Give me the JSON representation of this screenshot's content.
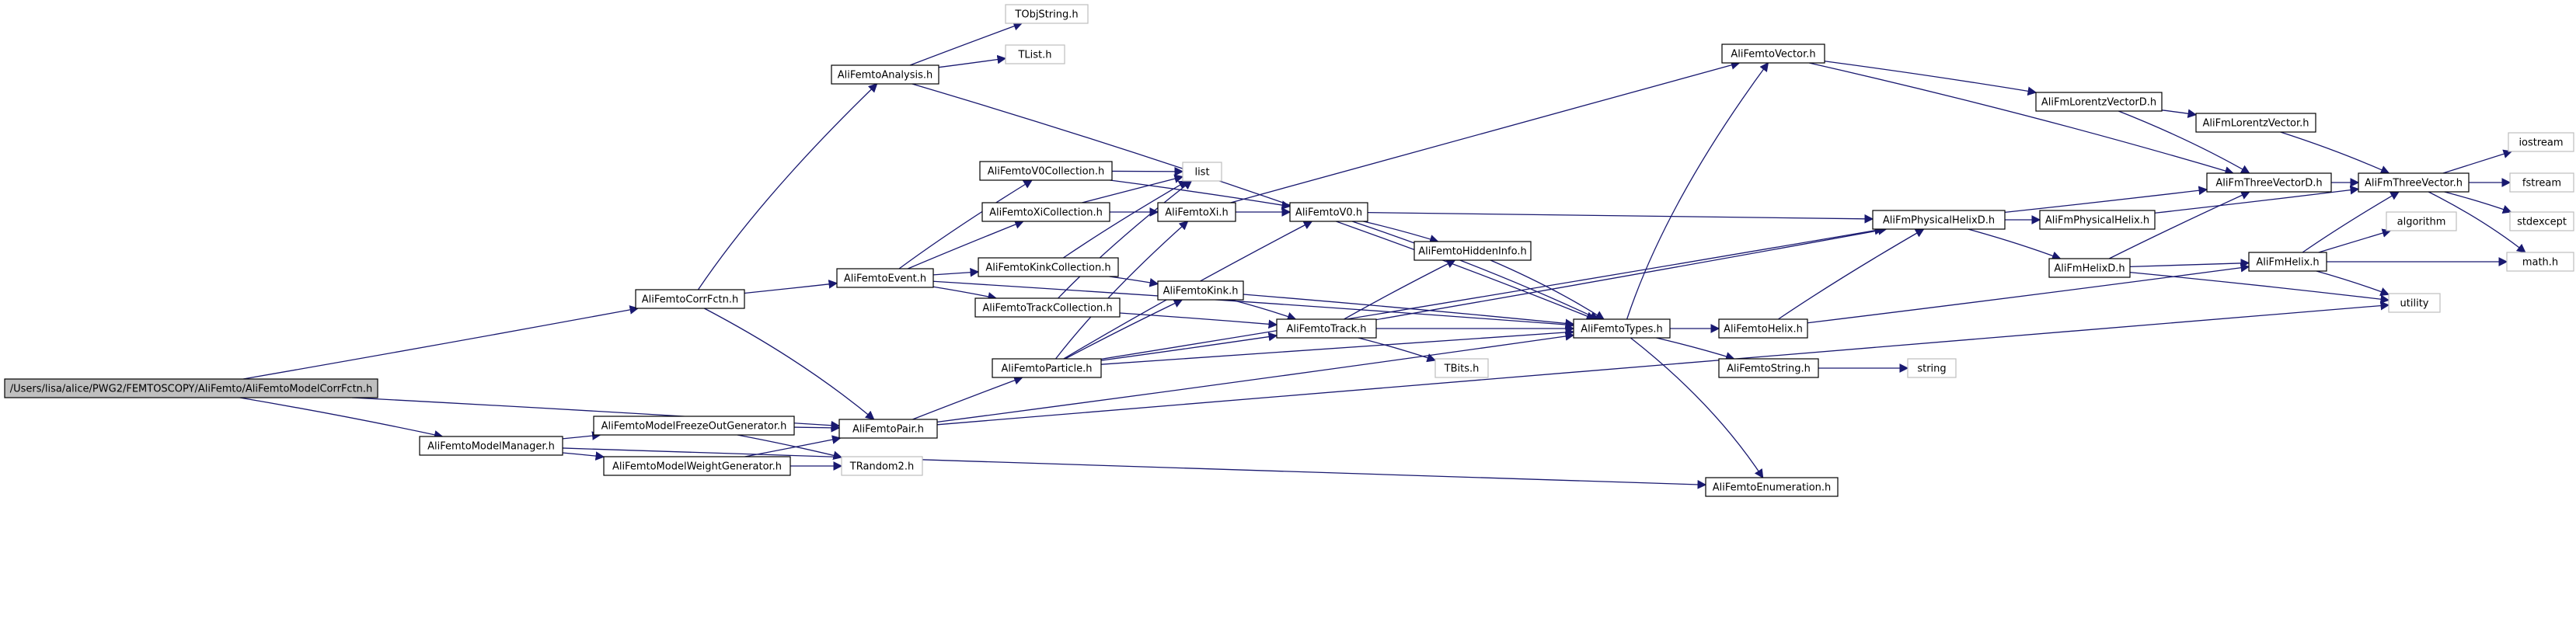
{
  "nodes": [
    {
      "id": "root",
      "label": "/Users/lisa/alice/PWG2/FEMTOSCOPY/AliFemto/AliFemtoModelCorrFctn.h",
      "kind": "root"
    },
    {
      "id": "corrfctn",
      "label": "AliFemtoCorrFctn.h",
      "kind": "file"
    },
    {
      "id": "modelmanager",
      "label": "AliFemtoModelManager.h",
      "kind": "file"
    },
    {
      "id": "analysis",
      "label": "AliFemtoAnalysis.h",
      "kind": "file"
    },
    {
      "id": "tobjstring",
      "label": "TObjString.h",
      "kind": "ext"
    },
    {
      "id": "tlist",
      "label": "TList.h",
      "kind": "ext"
    },
    {
      "id": "event",
      "label": "AliFemtoEvent.h",
      "kind": "file"
    },
    {
      "id": "pair",
      "label": "AliFemtoPair.h",
      "kind": "file"
    },
    {
      "id": "freezeout",
      "label": "AliFemtoModelFreezeOutGenerator.h",
      "kind": "file"
    },
    {
      "id": "weightgen",
      "label": "AliFemtoModelWeightGenerator.h",
      "kind": "file"
    },
    {
      "id": "trandom2",
      "label": "TRandom2.h",
      "kind": "ext"
    },
    {
      "id": "v0coll",
      "label": "AliFemtoV0Collection.h",
      "kind": "file"
    },
    {
      "id": "xicoll",
      "label": "AliFemtoXiCollection.h",
      "kind": "file"
    },
    {
      "id": "kinkcoll",
      "label": "AliFemtoKinkCollection.h",
      "kind": "file"
    },
    {
      "id": "trackcoll",
      "label": "AliFemtoTrackCollection.h",
      "kind": "file"
    },
    {
      "id": "list",
      "label": "list",
      "kind": "ext"
    },
    {
      "id": "particle",
      "label": "AliFemtoParticle.h",
      "kind": "file"
    },
    {
      "id": "xi",
      "label": "AliFemtoXi.h",
      "kind": "file"
    },
    {
      "id": "v0",
      "label": "AliFemtoV0.h",
      "kind": "file"
    },
    {
      "id": "kink",
      "label": "AliFemtoKink.h",
      "kind": "file"
    },
    {
      "id": "track",
      "label": "AliFemtoTrack.h",
      "kind": "file"
    },
    {
      "id": "tbits",
      "label": "TBits.h",
      "kind": "ext"
    },
    {
      "id": "hiddeninfo",
      "label": "AliFemtoHiddenInfo.h",
      "kind": "file"
    },
    {
      "id": "types",
      "label": "AliFemtoTypes.h",
      "kind": "file"
    },
    {
      "id": "vector",
      "label": "AliFemtoVector.h",
      "kind": "file"
    },
    {
      "id": "enumeration",
      "label": "AliFemtoEnumeration.h",
      "kind": "file"
    },
    {
      "id": "femtohelix",
      "label": "AliFemtoHelix.h",
      "kind": "file"
    },
    {
      "id": "femtostring",
      "label": "AliFemtoString.h",
      "kind": "file"
    },
    {
      "id": "string",
      "label": "string",
      "kind": "ext"
    },
    {
      "id": "lorentzD",
      "label": "AliFmLorentzVectorD.h",
      "kind": "file"
    },
    {
      "id": "lorentz",
      "label": "AliFmLorentzVector.h",
      "kind": "file"
    },
    {
      "id": "physhelixD",
      "label": "AliFmPhysicalHelixD.h",
      "kind": "file"
    },
    {
      "id": "physhelix",
      "label": "AliFmPhysicalHelix.h",
      "kind": "file"
    },
    {
      "id": "helixD",
      "label": "AliFmHelixD.h",
      "kind": "file"
    },
    {
      "id": "threevecD",
      "label": "AliFmThreeVectorD.h",
      "kind": "file"
    },
    {
      "id": "threevec",
      "label": "AliFmThreeVector.h",
      "kind": "file"
    },
    {
      "id": "fmhelix",
      "label": "AliFmHelix.h",
      "kind": "file"
    },
    {
      "id": "algorithm",
      "label": "algorithm",
      "kind": "ext"
    },
    {
      "id": "utility",
      "label": "utility",
      "kind": "ext"
    },
    {
      "id": "iostream",
      "label": "iostream",
      "kind": "ext"
    },
    {
      "id": "fstream",
      "label": "fstream",
      "kind": "ext"
    },
    {
      "id": "stdexcept",
      "label": "stdexcept",
      "kind": "ext"
    },
    {
      "id": "mathh",
      "label": "math.h",
      "kind": "ext"
    }
  ],
  "edges": [
    [
      "root",
      "corrfctn"
    ],
    [
      "root",
      "modelmanager"
    ],
    [
      "root",
      "pair"
    ],
    [
      "corrfctn",
      "analysis"
    ],
    [
      "corrfctn",
      "event"
    ],
    [
      "corrfctn",
      "pair"
    ],
    [
      "analysis",
      "tobjstring"
    ],
    [
      "analysis",
      "tlist"
    ],
    [
      "analysis",
      "types"
    ],
    [
      "event",
      "v0coll"
    ],
    [
      "event",
      "xicoll"
    ],
    [
      "event",
      "kinkcoll"
    ],
    [
      "event",
      "trackcoll"
    ],
    [
      "event",
      "types"
    ],
    [
      "modelmanager",
      "freezeout"
    ],
    [
      "modelmanager",
      "weightgen"
    ],
    [
      "modelmanager",
      "enumeration"
    ],
    [
      "freezeout",
      "pair"
    ],
    [
      "freezeout",
      "trandom2"
    ],
    [
      "weightgen",
      "pair"
    ],
    [
      "weightgen",
      "trandom2"
    ],
    [
      "pair",
      "particle"
    ],
    [
      "pair",
      "types"
    ],
    [
      "pair",
      "utility"
    ],
    [
      "v0coll",
      "list"
    ],
    [
      "v0coll",
      "v0"
    ],
    [
      "xicoll",
      "list"
    ],
    [
      "xicoll",
      "xi"
    ],
    [
      "kinkcoll",
      "list"
    ],
    [
      "kinkcoll",
      "kink"
    ],
    [
      "trackcoll",
      "list"
    ],
    [
      "trackcoll",
      "track"
    ],
    [
      "particle",
      "xi"
    ],
    [
      "particle",
      "v0"
    ],
    [
      "particle",
      "kink"
    ],
    [
      "particle",
      "track"
    ],
    [
      "particle",
      "types"
    ],
    [
      "particle",
      "physhelixD"
    ],
    [
      "xi",
      "v0"
    ],
    [
      "xi",
      "vector"
    ],
    [
      "v0",
      "hiddeninfo"
    ],
    [
      "v0",
      "types"
    ],
    [
      "v0",
      "physhelixD"
    ],
    [
      "kink",
      "track"
    ],
    [
      "kink",
      "types"
    ],
    [
      "track",
      "hiddeninfo"
    ],
    [
      "track",
      "tbits"
    ],
    [
      "track",
      "types"
    ],
    [
      "track",
      "physhelixD"
    ],
    [
      "hiddeninfo",
      "types"
    ],
    [
      "types",
      "vector"
    ],
    [
      "types",
      "femtohelix"
    ],
    [
      "types",
      "femtostring"
    ],
    [
      "types",
      "enumeration"
    ],
    [
      "femtostring",
      "string"
    ],
    [
      "femtohelix",
      "physhelixD"
    ],
    [
      "femtohelix",
      "fmhelix"
    ],
    [
      "vector",
      "lorentzD"
    ],
    [
      "vector",
      "threevecD"
    ],
    [
      "lorentzD",
      "lorentz"
    ],
    [
      "lorentzD",
      "threevecD"
    ],
    [
      "lorentz",
      "threevec"
    ],
    [
      "physhelixD",
      "physhelix"
    ],
    [
      "physhelixD",
      "helixD"
    ],
    [
      "physhelixD",
      "threevecD"
    ],
    [
      "physhelix",
      "threevec"
    ],
    [
      "helixD",
      "fmhelix"
    ],
    [
      "helixD",
      "threevecD"
    ],
    [
      "helixD",
      "utility"
    ],
    [
      "threevecD",
      "threevec"
    ],
    [
      "threevec",
      "iostream"
    ],
    [
      "threevec",
      "fstream"
    ],
    [
      "threevec",
      "stdexcept"
    ],
    [
      "threevec",
      "mathh"
    ],
    [
      "fmhelix",
      "algorithm"
    ],
    [
      "fmhelix",
      "mathh"
    ],
    [
      "fmhelix",
      "utility"
    ],
    [
      "fmhelix",
      "threevec"
    ]
  ]
}
